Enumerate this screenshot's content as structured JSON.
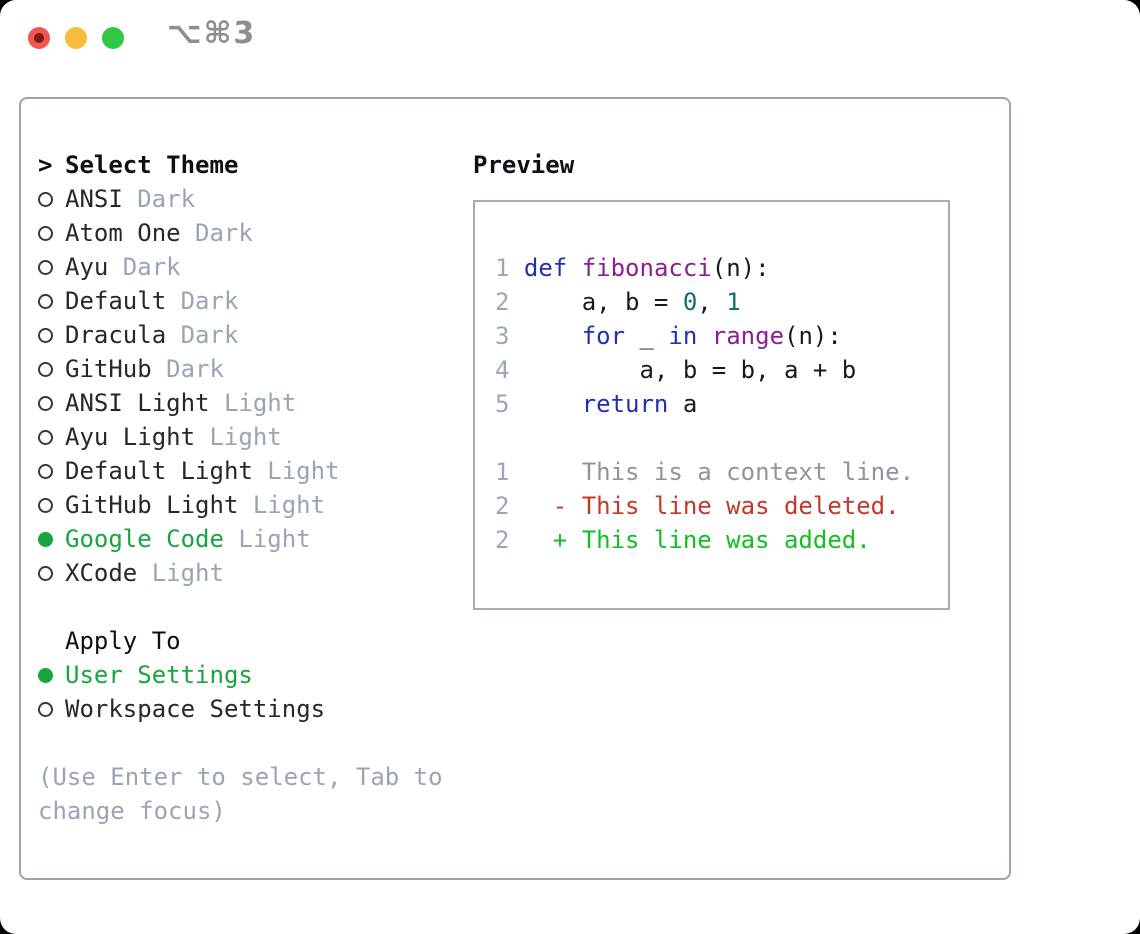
{
  "titlebar": {
    "shortcut": "⌥⌘3"
  },
  "theme_selector": {
    "cursor": ">",
    "title": "Select Theme",
    "items": [
      {
        "name": "ANSI",
        "variant": "Dark",
        "selected": false
      },
      {
        "name": "Atom One",
        "variant": "Dark",
        "selected": false
      },
      {
        "name": "Ayu",
        "variant": "Dark",
        "selected": false
      },
      {
        "name": "Default",
        "variant": "Dark",
        "selected": false
      },
      {
        "name": "Dracula",
        "variant": "Dark",
        "selected": false
      },
      {
        "name": "GitHub",
        "variant": "Dark",
        "selected": false
      },
      {
        "name": "ANSI Light",
        "variant": "Light",
        "selected": false
      },
      {
        "name": "Ayu Light",
        "variant": "Light",
        "selected": false
      },
      {
        "name": "Default Light",
        "variant": "Light",
        "selected": false
      },
      {
        "name": "GitHub Light",
        "variant": "Light",
        "selected": false
      },
      {
        "name": "Google Code",
        "variant": "Light",
        "selected": true
      },
      {
        "name": "XCode",
        "variant": "Light",
        "selected": false
      }
    ]
  },
  "apply_to": {
    "title": "Apply To",
    "options": [
      {
        "label": "User Settings",
        "selected": true
      },
      {
        "label": "Workspace Settings",
        "selected": false
      }
    ]
  },
  "help": {
    "lines": [
      "(Use Enter to select, Tab to",
      "change focus)"
    ]
  },
  "preview": {
    "title": "Preview",
    "code_lines": [
      {
        "num": "1",
        "tokens": [
          {
            "text": "def",
            "type": "keyword"
          },
          {
            "text": " ",
            "type": "plain"
          },
          {
            "text": "fibonacci",
            "type": "function"
          },
          {
            "text": "(n):",
            "type": "plain"
          }
        ]
      },
      {
        "num": "2",
        "tokens": [
          {
            "text": "    a, b = ",
            "type": "plain"
          },
          {
            "text": "0",
            "type": "number"
          },
          {
            "text": ", ",
            "type": "plain"
          },
          {
            "text": "1",
            "type": "number"
          }
        ]
      },
      {
        "num": "3",
        "tokens": [
          {
            "text": "    ",
            "type": "plain"
          },
          {
            "text": "for",
            "type": "keyword"
          },
          {
            "text": " _ ",
            "type": "plain"
          },
          {
            "text": "in",
            "type": "keyword"
          },
          {
            "text": " ",
            "type": "plain"
          },
          {
            "text": "range",
            "type": "function"
          },
          {
            "text": "(n):",
            "type": "plain"
          }
        ]
      },
      {
        "num": "4",
        "tokens": [
          {
            "text": "        a, b = b, a + b",
            "type": "plain"
          }
        ]
      },
      {
        "num": "5",
        "tokens": [
          {
            "text": "    ",
            "type": "plain"
          },
          {
            "text": "return",
            "type": "keyword"
          },
          {
            "text": " a",
            "type": "plain"
          }
        ]
      }
    ],
    "diff_lines": [
      {
        "num": "1",
        "text": "    This is a context line.",
        "kind": "context"
      },
      {
        "num": "2",
        "text": "  - This line was deleted.",
        "kind": "deleted"
      },
      {
        "num": "2",
        "text": "  + This line was added.",
        "kind": "added"
      }
    ]
  },
  "colors": {
    "selected_green": "#17a63d",
    "keyword_blue": "#2130b0",
    "function_purple": "#8b1f92",
    "number_teal": "#0e6e72",
    "diff_context_gray": "#8e959e",
    "diff_deleted_red": "#c4382a",
    "diff_added_green": "#12c022",
    "traffic_red": "#f0584f",
    "traffic_yellow": "#f6bd3a",
    "traffic_green": "#30c742"
  }
}
